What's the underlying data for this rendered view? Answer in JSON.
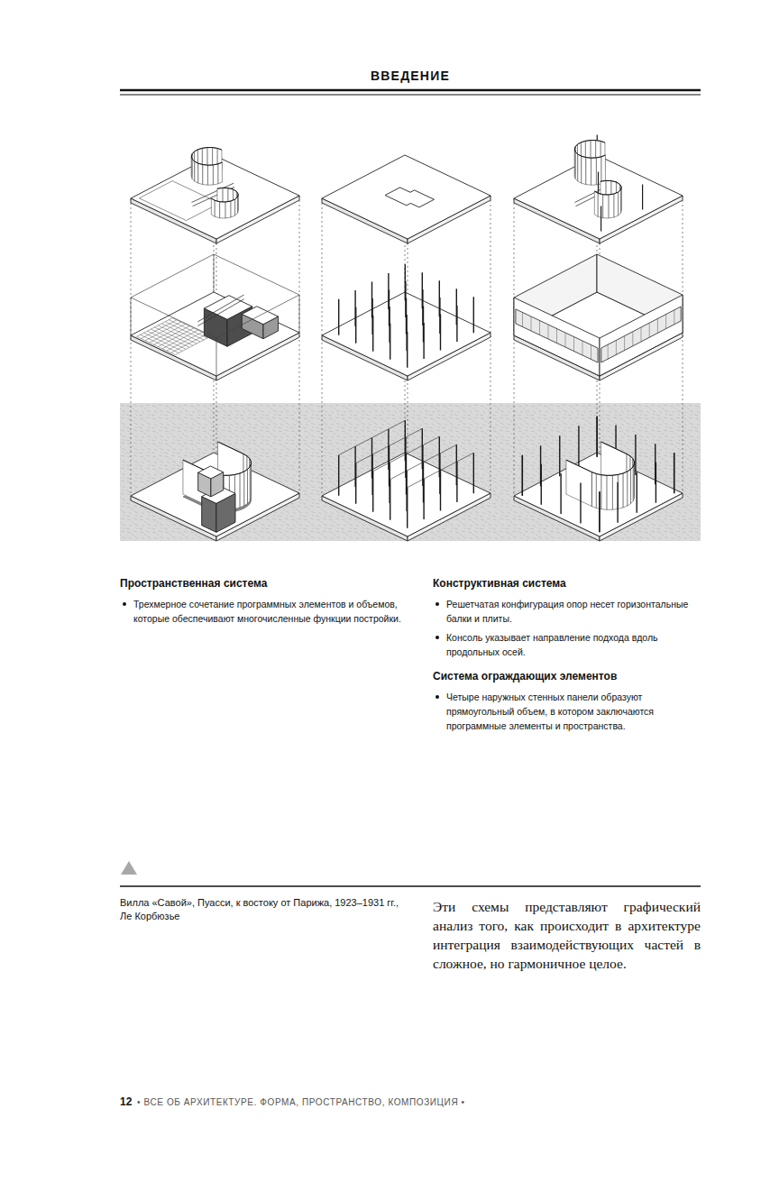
{
  "diagram": {
    "title": "ВВЕДЕНИЕ",
    "caption": "Вилла «Савой», Пуасси, к востоку от Парижа, 1923–1931 гг., Ле Корбюзье",
    "labels": [
      "Пространственная система",
      "Трехмерное сочетание программных элементов и объемов, которые обеспечивают многочисленные функции постройки.",
      "Конструктивная система",
      "Решетчатая конфигурация опор несет горизонтальные балки и плиты.",
      "Консоль указывает направление подхода вдоль продольных осей.",
      "Система ограждающих элементов",
      "Четыре наружных стенных панели образуют прямоугольный объем, в котором заключаются программные элементы и пространства.",
      "Эти схемы представляют графический анализ того, как происходит в архитектуре интеграция взаимодействующих частей в сложное, но гармоничное целое.",
      "12",
      "• ВСЕ ОБ АРХИТЕКТУРЕ. ФОРМА, ПРОСТРАНСТВО, КОМПОЗИЦИЯ •"
    ]
  }
}
